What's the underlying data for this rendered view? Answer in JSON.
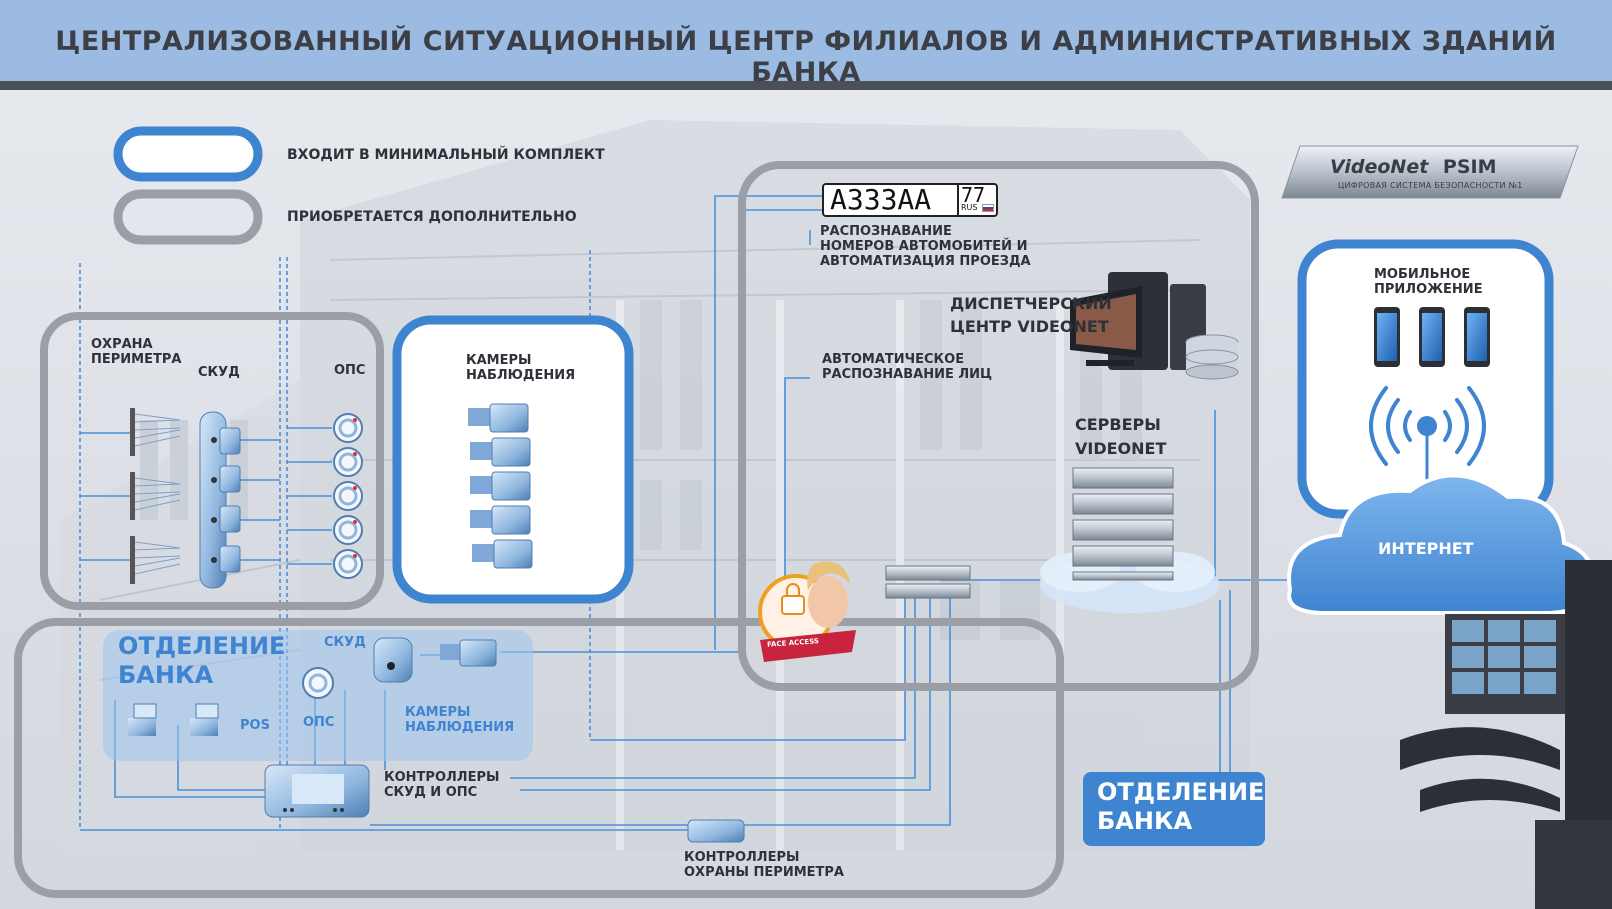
{
  "title": "ЦЕНТРАЛИЗОВАННЫЙ СИТУАЦИОННЫЙ ЦЕНТР ФИЛИАЛОВ И АДМИНИСТРАТИВНЫХ ЗДАНИЙ БАНКА",
  "legend": {
    "included": "ВХОДИТ В МИНИМАЛЬНЫЙ КОМПЛЕКТ",
    "optional": "ПРИОБРЕТАЕТСЯ ДОПОЛНИТЕЛЬНО"
  },
  "logo": {
    "brand": "VideoNet",
    "partner": "PSIM",
    "tagline": "ЦИФРОВАЯ СИСТЕМА БЕЗОПАСНОСТИ №1"
  },
  "perimeter_group": {
    "perimeter": "ОХРАНА\nПЕРИМЕТРА",
    "skud": "СКУД",
    "ops": "ОПС"
  },
  "cameras_group": {
    "label": "КАМЕРЫ\nНАБЛЮДЕНИЯ"
  },
  "center": {
    "plate_main": "А333АА",
    "plate_region": "77",
    "plate_country": "RUS",
    "plate_recognition": "РАСПОЗНАВАНИЕ\nНОМЕРОВ АВТОМОБИТЕЙ И\nАВТОМАТИЗАЦИЯ ПРОЕЗДА",
    "dispatch": "ДИСПЕТЧЕРСКИЙ\nЦЕНТР VIDEONET",
    "face_recognition": "АВТОМАТИЧЕСКОЕ\nРАСПОЗНАВАНИЕ ЛИЦ",
    "servers": "СЕРВЕРЫ\nVIDEONET",
    "face_access": "FACE ACCESS"
  },
  "mobile": {
    "label": "МОБИЛЬНОЕ\nПРИЛОЖЕНИЕ",
    "internet": "ИНТЕРНЕТ"
  },
  "branch_inner": {
    "title": "ОТДЕЛЕНИЕ\nБАНКА",
    "skud": "СКУД",
    "ops": "ОПС",
    "pos": "POS",
    "cameras": "КАМЕРЫ\nНАБЛЮДЕНИЯ"
  },
  "controllers": {
    "skud_ops": "КОНТРОЛЛЕРЫ\nСКУД И ОПС",
    "perimeter": "КОНТРОЛЛЕРЫ\nОХРАНЫ ПЕРИМЕТРА"
  },
  "branch_badge": "ОТДЕЛЕНИЕ\nБАНКА",
  "colors": {
    "accent": "#3f84d0",
    "line": "#4a90d9",
    "gray_frame": "#9a9ea6",
    "title_bar": "#9bbbe3"
  }
}
